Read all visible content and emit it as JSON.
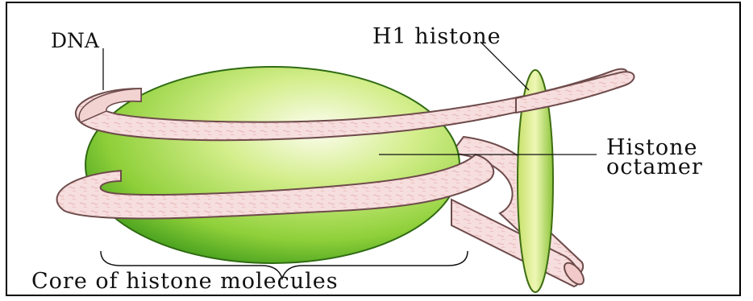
{
  "labels": {
    "dna": "DNA",
    "h1_histone": "H1 histone",
    "histone_octamer_line1": "Histone",
    "histone_octamer_line2": "octamer",
    "core": "Core of histone molecules"
  },
  "colors": {
    "sphere_light": "#fbfde8",
    "sphere_mid": "#b9e25a",
    "sphere_dark": "#4aa81d",
    "dna_fill": "#f6dcdc",
    "dna_stroke": "#7a5a5a",
    "h1_light": "#e9f4a8",
    "h1_dark": "#7ab52a"
  }
}
